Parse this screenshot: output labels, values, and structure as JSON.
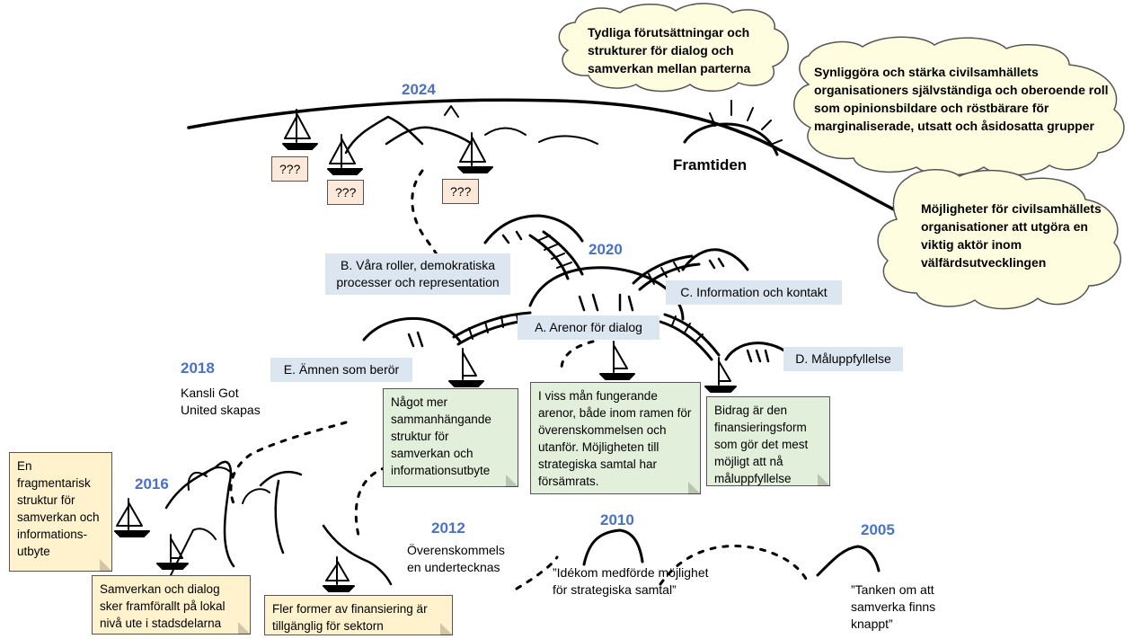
{
  "years": {
    "y2024": "2024",
    "y2020": "2020",
    "y2018": "2018",
    "y2016": "2016",
    "y2012": "2012",
    "y2010": "2010",
    "y2005": "2005"
  },
  "horizon_label": "Framtiden",
  "clouds": {
    "c1": "Tydliga förutsättningar och strukturer för dialog och samverkan mellan parterna",
    "c2": "Synliggöra och stärka civilsamhällets organisationers självständiga och oberoende roll som opinionsbildare och röstbärare för marginaliserade, utsatt och åsidosatta grupper",
    "c3": "Möjligheter för civilsamhällets organisationer att utgöra en viktig aktör inom välfärdsutvecklingen"
  },
  "unknown_notes": [
    "???",
    "???",
    "???"
  ],
  "islands": {
    "b": "B. Våra roller, demokratiska processer och representation",
    "a": "A. Arenor för dialog",
    "c": "C. Information och kontakt",
    "e": "E. Ämnen som berör",
    "d": "D. Måluppfyllelse"
  },
  "green_notes": {
    "n1": "Något mer sammanhängande struktur för samverkan och informationsutbyte",
    "n2": "I viss mån fungerande arenor, både inom ramen för överenskommelsen och utanför. Möjligheten till strategiska samtal har försämrats.",
    "n3": "Bidrag är den finansieringsform som gör det mest möjligt att nå måluppfyllelse"
  },
  "timeline_text": {
    "t2018": "Kansli Got United skapas",
    "t2012": "Överenskommels en undertecknas",
    "t2010": "”Idékom medförde möjlighet för strategiska samtal”",
    "t2005": "”Tanken om att samverka finns knappt”"
  },
  "yellow_notes": {
    "y1": "En fragmentarisk struktur för samverkan och informations-utbyte",
    "y2": "Samverkan och dialog sker framförallt på lokal nivå ute i stadsdelarna",
    "y3": "Fler former av finansiering är tillgänglig för sektorn"
  },
  "colors": {
    "year": "#4a72c4",
    "cloud_fill": "#fffde0",
    "blue_box": "#dce6f1",
    "green_note": "#e2efda",
    "peach_note": "#fde9d9",
    "yellow_note": "#fff2cc"
  }
}
